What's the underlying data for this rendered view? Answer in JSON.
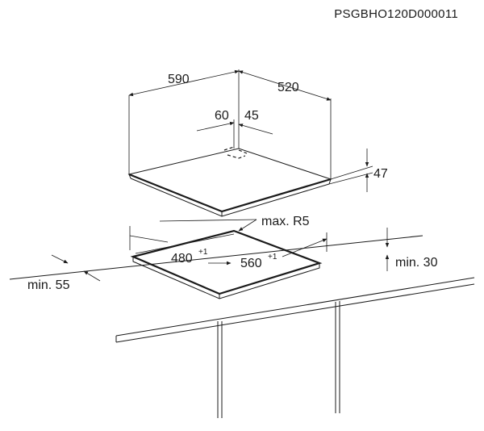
{
  "document_code": "PSGBHO120D000011",
  "dimensions": {
    "hob_width": "590",
    "hob_depth": "520",
    "offset_a": "60",
    "offset_b": "45",
    "hob_height": "47",
    "corner_radius": "max. R5",
    "cutout_depth": "480",
    "cutout_depth_tolerance": "+1",
    "cutout_width": "560",
    "cutout_width_tolerance": "+1",
    "min_front_clearance": "min. 55",
    "min_below_clearance": "min. 30"
  },
  "colors": {
    "line": "#1a1a1a",
    "background": "#ffffff"
  }
}
